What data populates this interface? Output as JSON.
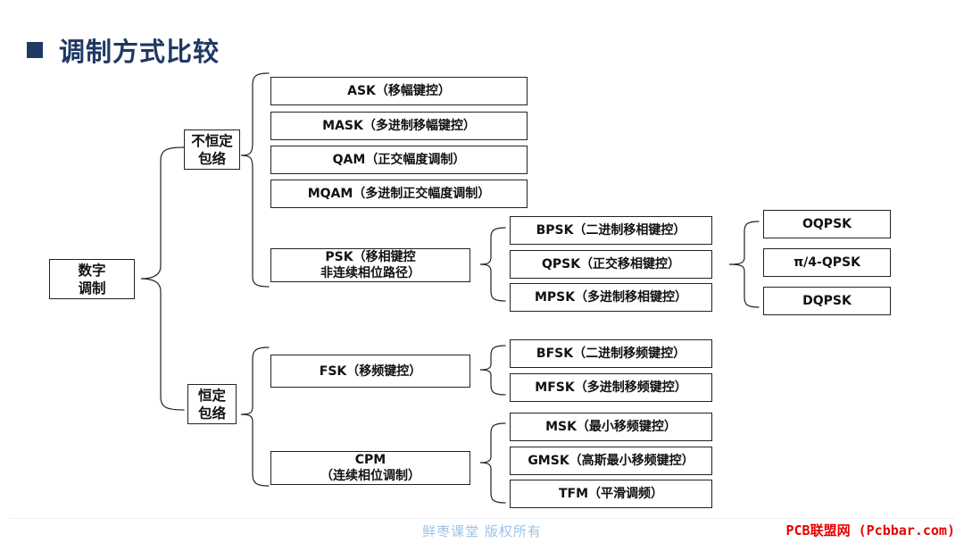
{
  "title": "调制方式比较",
  "nodes": {
    "digital": [
      "数字",
      "调制"
    ],
    "nonconst": [
      "不恒定",
      "包络"
    ],
    "const": [
      "恒定",
      "包络"
    ],
    "ask": "ASK（移幅键控）",
    "mask": "MASK（多进制移幅键控）",
    "qam": "QAM（正交幅度调制）",
    "mqam": "MQAM（多进制正交幅度调制）",
    "psk": [
      "PSK（移相键控",
      "非连续相位路径）"
    ],
    "bpsk": "BPSK（二进制移相键控）",
    "qpsk": "QPSK（正交移相键控）",
    "mpsk": "MPSK（多进制移相键控）",
    "oqpsk": "OQPSK",
    "pi4qpsk": "π/4-QPSK",
    "dqpsk": "DQPSK",
    "fsk": "FSK（移频键控）",
    "bfsk": "BFSK（二进制移频键控）",
    "mfsk": "MFSK（多进制移频键控）",
    "cpm": [
      "CPM",
      "（连续相位调制）"
    ],
    "msk": "MSK（最小移频键控）",
    "gmsk": "GMSK（高斯最小移频键控）",
    "tfm": "TFM（平滑调频）"
  },
  "footer": "鲜枣课堂  版权所有",
  "watermark": "PCB联盟网 (Pcbbar.com)"
}
